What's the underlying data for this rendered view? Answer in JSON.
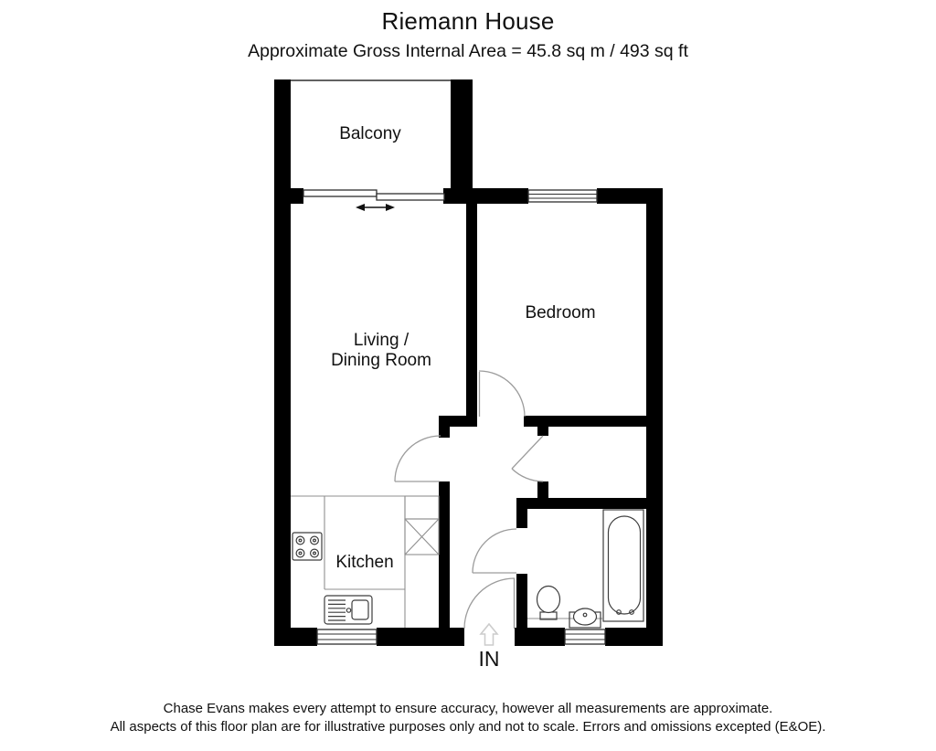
{
  "header": {
    "title": "Riemann House",
    "subtitle": "Approximate Gross Internal Area = 45.8 sq m / 493 sq ft"
  },
  "plan": {
    "rooms": {
      "balcony": "Balcony",
      "living_line1": "Living /",
      "living_line2": "Dining Room",
      "bedroom": "Bedroom",
      "kitchen": "Kitchen"
    },
    "entrance_label": "IN"
  },
  "footer": {
    "line1": "Chase Evans makes every attempt to ensure accuracy, however all measurements are approximate.",
    "line2": "All aspects of this floor plan are for illustrative purposes only and not to scale. Errors and omissions excepted (E&OE)."
  },
  "colors": {
    "wall": "#000000",
    "line": "#2e2e2e",
    "fixture": "#3d3d3d",
    "counter": "#8f8f8f",
    "door": "#9c9c9c",
    "entry_arrow": "#cccccc",
    "text": "#111111"
  }
}
